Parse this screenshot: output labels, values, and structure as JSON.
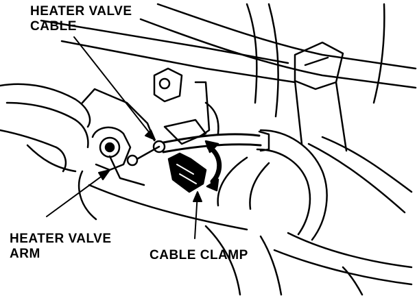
{
  "labels": {
    "heater_valve_cable": {
      "line1": "HEATER VALVE",
      "line2": "CABLE"
    },
    "heater_valve_arm": {
      "line1": "HEATER VALVE",
      "line2": "ARM"
    },
    "cable_clamp": {
      "text": "CABLE CLAMP"
    }
  },
  "colors": {
    "ink": "#000000",
    "paper": "#ffffff"
  }
}
